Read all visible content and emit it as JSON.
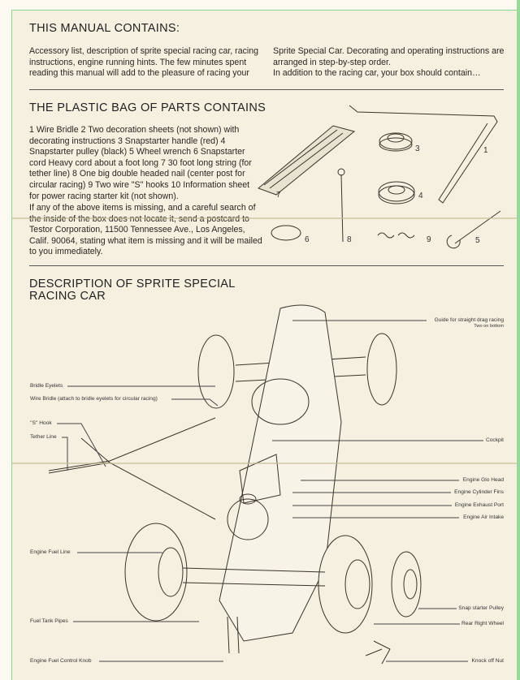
{
  "intro": {
    "title": "THIS MANUAL CONTAINS:",
    "col1": "Accessory list, description of sprite special racing car, racing instructions, engine running hints. The few minutes spent reading this manual will add to the pleasure of racing your",
    "col2_line1": "Sprite Special Car. Decorating and operating instructions are arranged in step-by-step order.",
    "col2_line2": "In addition to the racing car, your box should contain…"
  },
  "parts": {
    "title": "THE PLASTIC BAG OF PARTS CONTAINS",
    "list": "1 Wire Bridle 2 Two decoration sheets (not shown) with decorating instructions 3 Snapstarter handle (red) 4 Snapstarter pulley (black) 5 Wheel wrench 6 Snapstarter cord   Heavy cord about a foot long  7 30 foot long string (for tether line) 8 One big double headed nail (center post for circular racing)  9 Two wire \"S\" hooks 10 Information sheet for power racing starter kit (not shown).",
    "missing": "If any of the above items is missing, and a careful search of the inside of the box does not locate it, send a postcard to Testor Corporation, 11500 Tennessee Ave., Los Angeles, Calif. 90064, stating what item is missing and it will be mailed to you immediately.",
    "numbers": [
      "1",
      "3",
      "7",
      "4",
      "6",
      "8",
      "9",
      "5"
    ]
  },
  "description": {
    "title_line1": "DESCRIPTION OF SPRITE SPECIAL",
    "title_line2": "RACING CAR",
    "labels_left": [
      "Bridle Eyelets",
      "Wire Bridle (attach to bridle eyelets for circular racing)",
      "''S'' Hook",
      "Tether Line",
      "Engine Fuel Line",
      "Fuel Tank Pipes",
      "Engine Fuel Control Knob"
    ],
    "labels_right": [
      "Guide for straight drag racing",
      "Two on bottom",
      "Cockpit",
      "Engine Glo Head",
      "Engine Cylinder Fins",
      "Engine Exhaust Port",
      "Engine  Air Intake",
      "Snap starter Pulley",
      "Rear Right Wheel",
      "Knock off Nut"
    ]
  }
}
